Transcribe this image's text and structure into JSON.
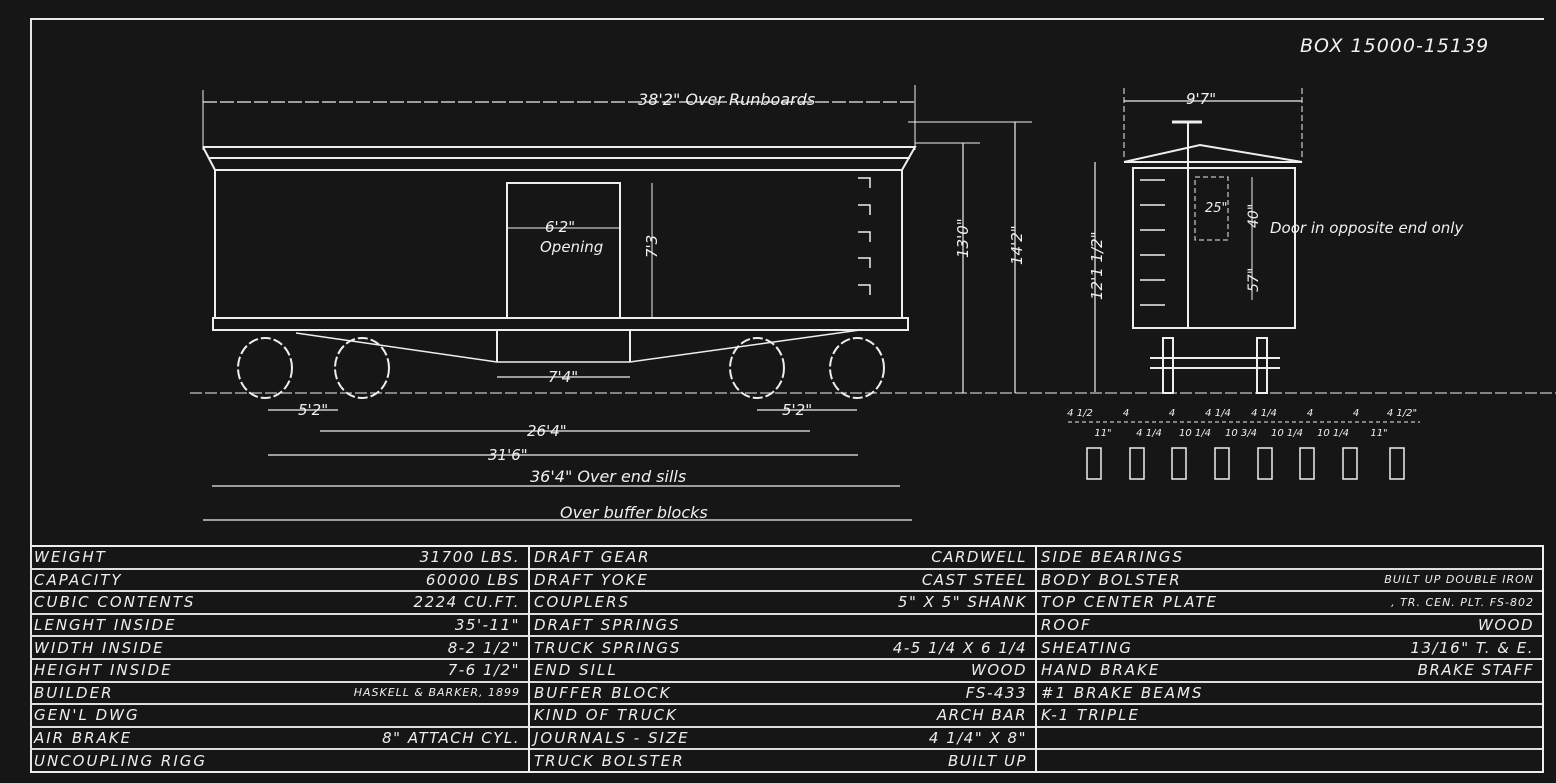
{
  "title": "BOX 15000-15139",
  "side_view": {
    "over_runboards": "38'2\" Over Runboards",
    "door_width": "6'2\"",
    "door_label": "Opening",
    "door_height": "7'3",
    "height_eaves": "13'0\"",
    "height_top": "14'2\"",
    "truss_width": "7'4\"",
    "truck_wheelbase_left": "5'2\"",
    "truck_wheelbase_right": "5'2\"",
    "truck_centers_inner": "26'4\"",
    "truck_centers": "31'6\"",
    "over_end_sills": "36'4\" Over end sills",
    "over_buffer_blocks": "Over buffer blocks"
  },
  "end_view": {
    "width": "9'7\"",
    "height": "12'1 1/2\"",
    "door_width": "25\"",
    "door_height": "40\"",
    "door_bottom": "57\"",
    "door_note": "Door in opposite end only",
    "spacing": [
      "4 1/2",
      "11\"",
      "4",
      "4 1/4",
      "4",
      "10 1/4",
      "4 1/4",
      "10 3/4",
      "4 1/4",
      "10 1/4",
      "4",
      "10 1/4",
      "4",
      "11\"",
      "4 1/2\""
    ]
  },
  "specs": {
    "col1": [
      {
        "label": "WEIGHT",
        "value": "31700 LBS."
      },
      {
        "label": "CAPACITY",
        "value": "60000 LBS"
      },
      {
        "label": "CUBIC CONTENTS",
        "value": "2224 Cu.Ft."
      },
      {
        "label": "LENGHT INSIDE",
        "value": "35'-11\""
      },
      {
        "label": "WIDTH INSIDE",
        "value": "8-2 1/2\""
      },
      {
        "label": "HEIGHT INSIDE",
        "value": "7-6 1/2\""
      },
      {
        "label": "BUILDER",
        "value": "HASKELL & BARKER, 1899"
      },
      {
        "label": "GEN'L DWG",
        "value": ""
      },
      {
        "label": "AIR BRAKE",
        "value": "8\" ATTACH CYL."
      },
      {
        "label": "UNCOUPLING RIGG",
        "value": ""
      }
    ],
    "col2": [
      {
        "label": "DRAFT GEAR",
        "value": "CARDWELL"
      },
      {
        "label": "DRAFT YOKE",
        "value": "CAST STEEL"
      },
      {
        "label": "COUPLERS",
        "value": "5\" x 5\" SHANK"
      },
      {
        "label": "DRAFT SPRINGS",
        "value": ""
      },
      {
        "label": "TRUCK SPRINGS",
        "value": "4-5 1/4 x 6 1/4"
      },
      {
        "label": "END SILL",
        "value": "WOOD"
      },
      {
        "label": "BUFFER BLOCK",
        "value": "FS-433"
      },
      {
        "label": "KIND OF TRUCK",
        "value": "ARCH BAR"
      },
      {
        "label": "JOURNALS - SIZE",
        "value": "4 1/4\" x 8\""
      },
      {
        "label": "TRUCK BOLSTER",
        "value": "BUILT UP"
      }
    ],
    "col3": [
      {
        "label": "SIDE BEARINGS",
        "value": ""
      },
      {
        "label": "BODY BOLSTER",
        "value": "BUILT UP DOUBLE IRON"
      },
      {
        "label": "TOP CENTER PLATE",
        "value": ", TR. CEN. PLT. FS-802"
      },
      {
        "label": "ROOF",
        "value": "WOOD"
      },
      {
        "label": "SHEATING",
        "value": "13/16\" T. & E."
      },
      {
        "label": "HAND BRAKE",
        "value": "BRAKE STAFF"
      },
      {
        "label": "#1 BRAKE BEAMS",
        "value": ""
      },
      {
        "label": "K-1 TRIPLE",
        "value": ""
      },
      {
        "label": "",
        "value": ""
      },
      {
        "label": "",
        "value": ""
      }
    ]
  },
  "colors": {
    "background": "#161616",
    "lines": "#f0f0f0"
  }
}
